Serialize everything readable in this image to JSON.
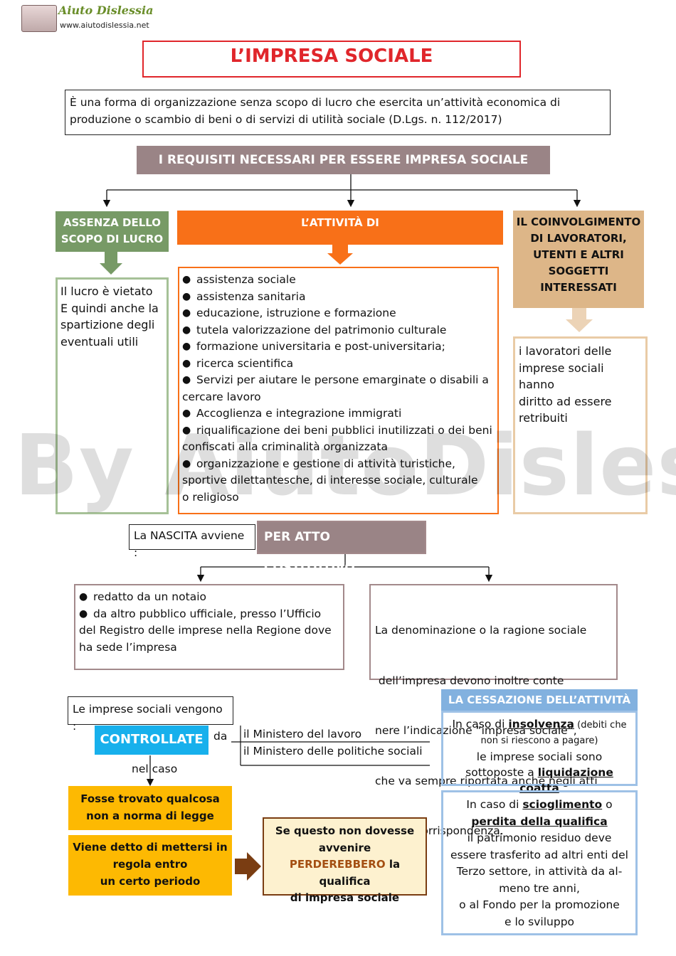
{
  "header": {
    "logo_name": "Aiuto Dislessia",
    "logo_url": "www.aiutodislessia.net"
  },
  "title": "L’IMPRESA SOCIALE",
  "definition": [
    "È una forma di organizzazione senza scopo di lucro che esercita un’attività economica di",
    "produzione o scambio di beni o di servizi di utilità sociale (D.Lgs. n. 112/2017)"
  ],
  "requisiti_heading": "I REQUISITI  NECESSARI  PER ESSERE IMPRESA SOCIALE",
  "col1": {
    "heading": [
      "ASSENZA DELLO",
      "SCOPO DI LUCRO"
    ],
    "body": [
      "Il lucro è vietato",
      "E quindi anche la",
      "spartizione degli",
      "eventuali utili"
    ]
  },
  "col2": {
    "heading": "L’ATTIVITÀ DI",
    "items": [
      [
        "assistenza sociale"
      ],
      [
        "assistenza sanitaria"
      ],
      [
        "educazione, istruzione e formazione"
      ],
      [
        "tutela valorizzazione del patrimonio culturale"
      ],
      [
        "formazione universitaria e post-universitaria;"
      ],
      [
        "ricerca scientifica"
      ],
      [
        "Servizi per aiutare le persone emarginate o disabili a",
        "cercare lavoro"
      ],
      [
        "Accoglienza e integrazione immigrati"
      ],
      [
        "riqualificazione dei beni pubblici inutilizzati o dei beni",
        "confiscati alla criminalità organizzata"
      ],
      [
        "organizzazione e gestione di attività turistiche,",
        "sportive dilettantesche, di interesse sociale, culturale",
        "o religioso"
      ]
    ]
  },
  "col3": {
    "heading": [
      "IL COINVOLGIMENTO",
      "DI LAVORATORI,",
      "UTENTI E ALTRI",
      "SOGGETTI",
      "INTERESSATI"
    ],
    "body": [
      "i lavoratori delle",
      "imprese sociali hanno",
      "diritto ad essere",
      "retribuiti"
    ]
  },
  "watermark": "By AiutoDislessia.net",
  "nascita": {
    "label": "La NASCITA avviene :",
    "value": "PER ATTO COSTITUTIVO",
    "left_items": [
      [
        "redatto da un notaio"
      ],
      [
        "da altro pubblico ufficiale, presso  l’Ufficio",
        "del Registro delle imprese nella Regione dove",
        "ha sede l’impresa"
      ]
    ],
    "right_lines": [
      "La denominazione o la ragione sociale",
      " dell’impresa devono inoltre conte",
      "nere l’indicazione “impresa sociale”,",
      "che va sempre riportata anche negli atti",
      "e nella corrispondenza."
    ]
  },
  "controllo": {
    "intro": "Le imprese sociali vengono :",
    "label": "CONTROLLATE",
    "da": "da",
    "ministeri": [
      "il Ministero del lavoro",
      "il Ministero delle politiche sociali"
    ],
    "nel_caso": "nel caso",
    "caso1": [
      "Fosse trovato qualcosa",
      "non a norma di legge"
    ],
    "caso2": [
      "Viene detto di mettersi in",
      "regola entro",
      "un certo periodo"
    ],
    "esito": {
      "line1": "Se questo non dovesse",
      "line2": "avvenire",
      "perderebbero": "PERDEREBBERO",
      "line3_rest": " la qualifica",
      "line4": "di impresa sociale"
    }
  },
  "cessazione": {
    "heading": "LA CESSAZIONE DELL’ATTIVITÀ",
    "box1": {
      "pre": "In caso di ",
      "insolvenza": "insolvenza",
      "paren1": " (debiti che",
      "paren2": "non si riescono a pagare)",
      "line3": "le imprese sociali sono",
      "pre4": "sottoposte a ",
      "liquidazione": "liquidazione coatta"
    },
    "box2": {
      "pre": "In caso di ",
      "scioglimento": "scioglimento",
      "post": " o",
      "perdita": "perdita della qualifica",
      "lines": [
        "il patrimonio residuo deve",
        "essere trasferito ad altri enti del",
        "Terzo settore, in attività da al-",
        "meno tre anni,",
        "o al Fondo per la promozione",
        "e lo sviluppo"
      ]
    }
  },
  "colors": {
    "title_border": "#e0262b",
    "requisiti_bg": "#9a8486",
    "green": "#779a66",
    "orange": "#f87018",
    "tan": "#ddb688",
    "tan_border": "#e9cba6",
    "nascita_bg": "#9a8486",
    "nascita_border": "#a3898b",
    "controllate_bg": "#17b0ec",
    "yellow": "#fdb902",
    "esito_bg": "#fdf1cf",
    "esito_border": "#7a3d12",
    "perderebbero": "#a44f12",
    "cessazione_bg": "#82b1df",
    "cessazione_border": "#9ec1e6"
  }
}
